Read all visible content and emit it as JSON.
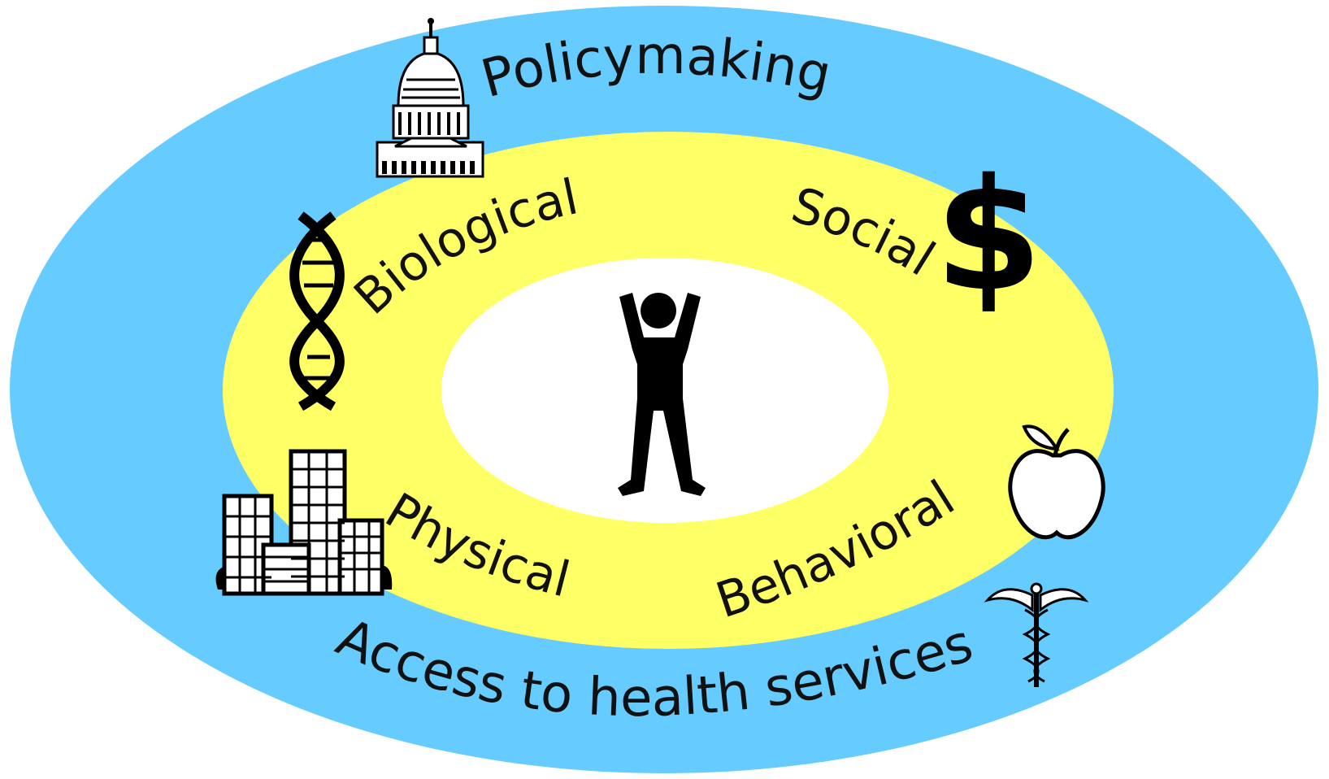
{
  "outer_ring": {
    "top_label": "Policymaking",
    "bottom_label": "Access to health services",
    "color": "#66ccff"
  },
  "middle_ring": {
    "labels": {
      "top_left": "Biological",
      "top_right": "Social",
      "bottom_left": "Physical",
      "bottom_right": "Behavioral"
    },
    "color": "#ffff66"
  },
  "inner_ring": {
    "color": "#ffffff"
  },
  "icons": [
    "capitol-building-icon",
    "dna-helix-icon",
    "dollar-sign-icon",
    "city-buildings-icon",
    "apple-icon",
    "caduceus-icon",
    "person-figure-icon"
  ]
}
